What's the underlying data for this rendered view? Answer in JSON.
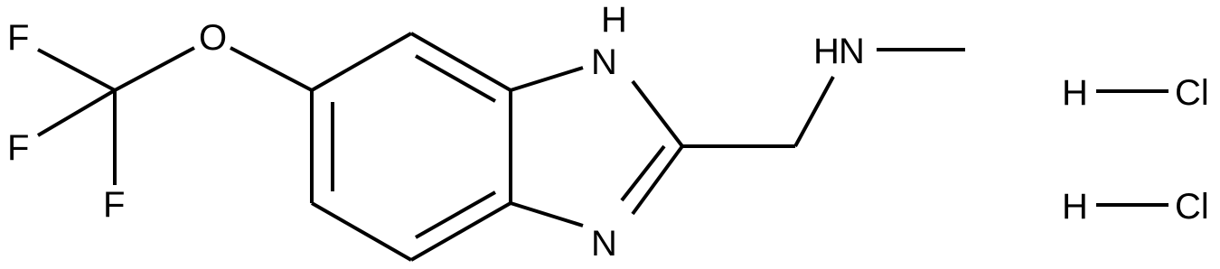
{
  "molecule": {
    "atoms": {
      "f1": "F",
      "f2": "F",
      "f3": "F",
      "o": "O",
      "nh_label": "H",
      "nh_n": "N",
      "n_bottom": "N",
      "hn_h": "H",
      "hn_n": "N"
    },
    "salts": [
      {
        "h": "H",
        "cl": "Cl"
      },
      {
        "h": "H",
        "cl": "Cl"
      }
    ]
  }
}
